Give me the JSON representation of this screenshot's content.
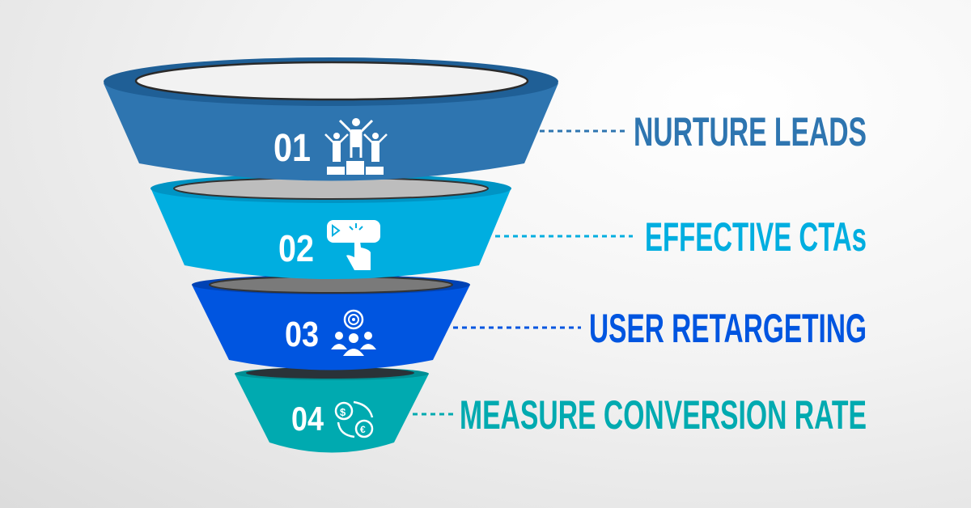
{
  "stages": [
    {
      "number": "01",
      "label": "NURTURE LEADS",
      "icon": "podium-winners-icon",
      "color": "#2e75b0",
      "rim": "#1f5f96",
      "text_color": "#2e75b0"
    },
    {
      "number": "02",
      "label": "EFFECTIVE CTAs",
      "icon": "click-button-icon",
      "color": "#00aee0",
      "rim": "#0094c4",
      "text_color": "#00aee0"
    },
    {
      "number": "03",
      "label": "USER RETARGETING",
      "icon": "target-audience-icon",
      "color": "#0055e0",
      "rim": "#0042b4",
      "text_color": "#0055e0"
    },
    {
      "number": "04",
      "label": "MEASURE CONVERSION RATE",
      "icon": "currency-exchange-icon",
      "color": "#00aab0",
      "rim": "#008e94",
      "text_color": "#00aab0"
    }
  ]
}
